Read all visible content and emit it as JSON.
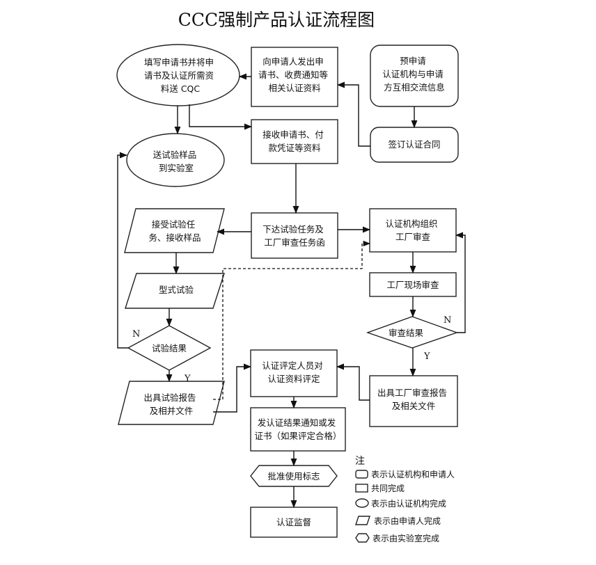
{
  "title": "CCC强制产品认证流程图",
  "nodes": {
    "fill_application": [
      "填写申请书并将申",
      "请书及认证所需资",
      "料送 CQC"
    ],
    "send_application": [
      "向申请人发出申",
      "请书、收费通知等",
      "相关认证资料"
    ],
    "pre_application": [
      "预申请",
      "认证机构与申请",
      "方互相交流信息"
    ],
    "receive_application": [
      "接收申请书、付",
      "款凭证等资料"
    ],
    "sign_contract": [
      "签订认证合同"
    ],
    "send_samples": [
      "送试验样品",
      "到实验室"
    ],
    "accept_task": [
      "接受试验任",
      "务、接收样品"
    ],
    "issue_task": [
      "下达试验任务及",
      "工厂审查任务函"
    ],
    "org_factory_review": [
      "认证机构组织",
      "工厂审查"
    ],
    "type_test": [
      "型式试验"
    ],
    "factory_onsite": [
      "工厂现场审查"
    ],
    "review_result": [
      "审查结果"
    ],
    "test_result": [
      "试验结果"
    ],
    "evaluator_review": [
      "认证评定人员对",
      "认证资料评定"
    ],
    "issue_test_report": [
      "出具试验报告",
      "及相并文件"
    ],
    "issue_factory_report": [
      "出具工厂审查报告",
      "及相关文件"
    ],
    "issue_certificate": [
      "发认证结果通知或发",
      "证书（如果评定合格）"
    ],
    "approve_mark": [
      "批准使用标志"
    ],
    "supervision": [
      "认证监督"
    ]
  },
  "branch_labels": {
    "test_no": "N",
    "test_yes": "Y",
    "review_no": "N",
    "review_yes": "Y"
  },
  "legend": {
    "title": "注",
    "items": [
      "表示认证机构和申请人",
      "共同完成",
      "表示由认证机构完成",
      "表示由申请人完成",
      "表示由实验室完成"
    ]
  }
}
